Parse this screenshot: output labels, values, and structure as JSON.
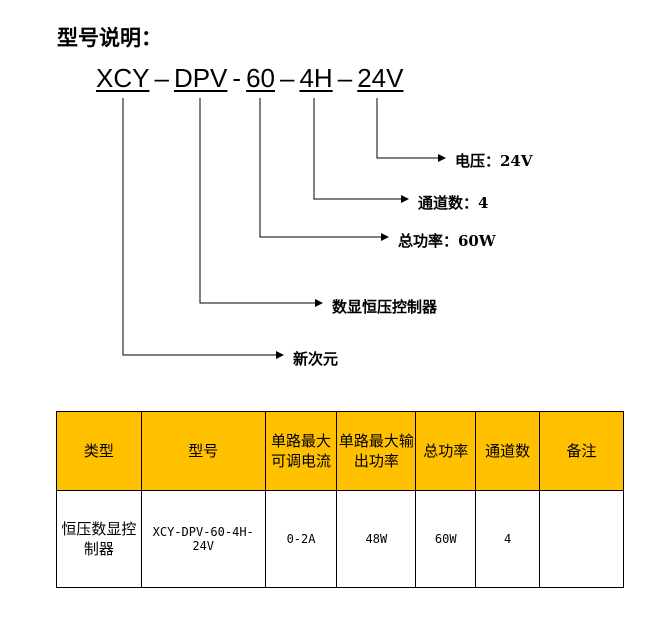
{
  "title": "型号说明：",
  "code": {
    "p1": "XCY",
    "s1": "–",
    "p2": "DPV",
    "s2": "-",
    "p3": "60",
    "s3": "–",
    "p4": "4H",
    "s4": "–",
    "p5": "24V"
  },
  "labels": {
    "voltage": "电压：24V",
    "channels": "通道数：4",
    "power": "总功率：60W",
    "type": "数显恒压控制器",
    "brand": "新次元"
  },
  "table": {
    "headers": [
      "类型",
      "型号",
      "单路最大可调电流",
      "单路最大输出功率",
      "总功率",
      "通道数",
      "备注"
    ],
    "row": [
      "恒压数显控制器",
      "XCY-DPV-60-4H-24V",
      "0-2A",
      "48W",
      "60W",
      "4",
      ""
    ]
  },
  "colors": {
    "header_bg": "#ffc000"
  }
}
